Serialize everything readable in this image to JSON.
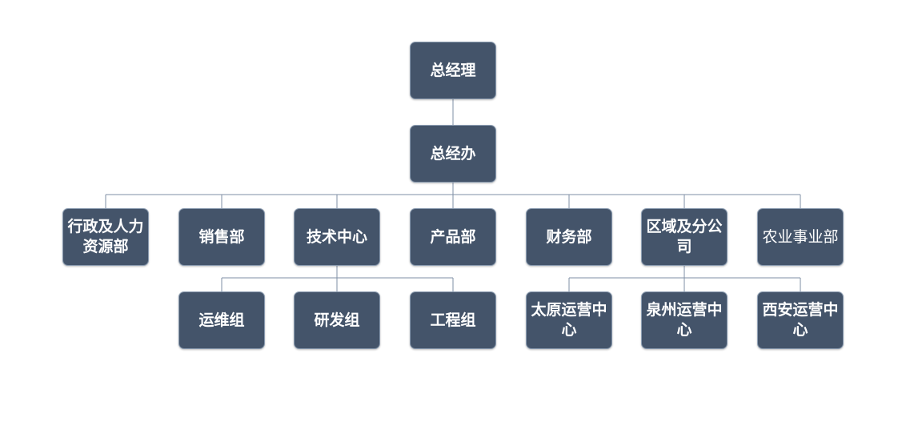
{
  "nodes": {
    "gm": "总经理",
    "gm_office": "总经办",
    "admin_hr": "行政及人力资源部",
    "sales": "销售部",
    "tech_center": "技术中心",
    "product": "产品部",
    "finance": "财务部",
    "regional": "区域及分公司",
    "agri": "农业事业部",
    "ops_group": "运维组",
    "rnd_group": "研发组",
    "eng_group": "工程组",
    "taiyuan": "太原运营中心",
    "quanzhou": "泉州运营中心",
    "xian": "西安运营中心"
  },
  "colors": {
    "node_fill": "#44546a",
    "node_border": "#8a9bb0",
    "connector": "#7f8fa6",
    "text": "#ffffff"
  }
}
